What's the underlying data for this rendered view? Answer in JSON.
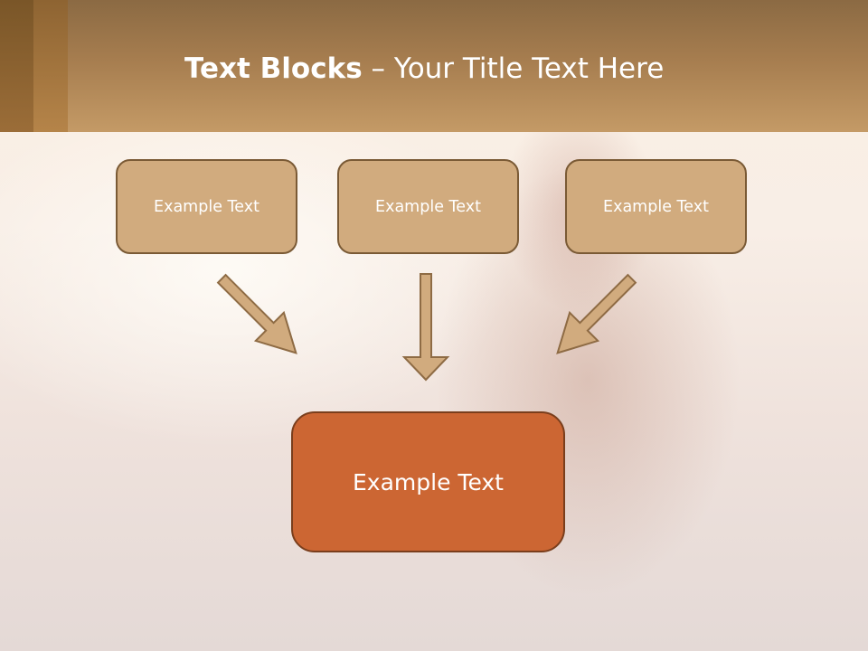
{
  "title": {
    "bold": "Text Blocks",
    "separator": " – ",
    "rest": "Your Title Text Here"
  },
  "boxes": {
    "left": "Example Text",
    "center": "Example Text",
    "right": "Example Text",
    "bottom": "Example Text"
  },
  "colors": {
    "header": "#b58a57",
    "box_fill": "#d1ab7e",
    "box_border": "#7a5a35",
    "accent_fill": "#cc6633",
    "arrow_fill": "#d1ab7e"
  }
}
